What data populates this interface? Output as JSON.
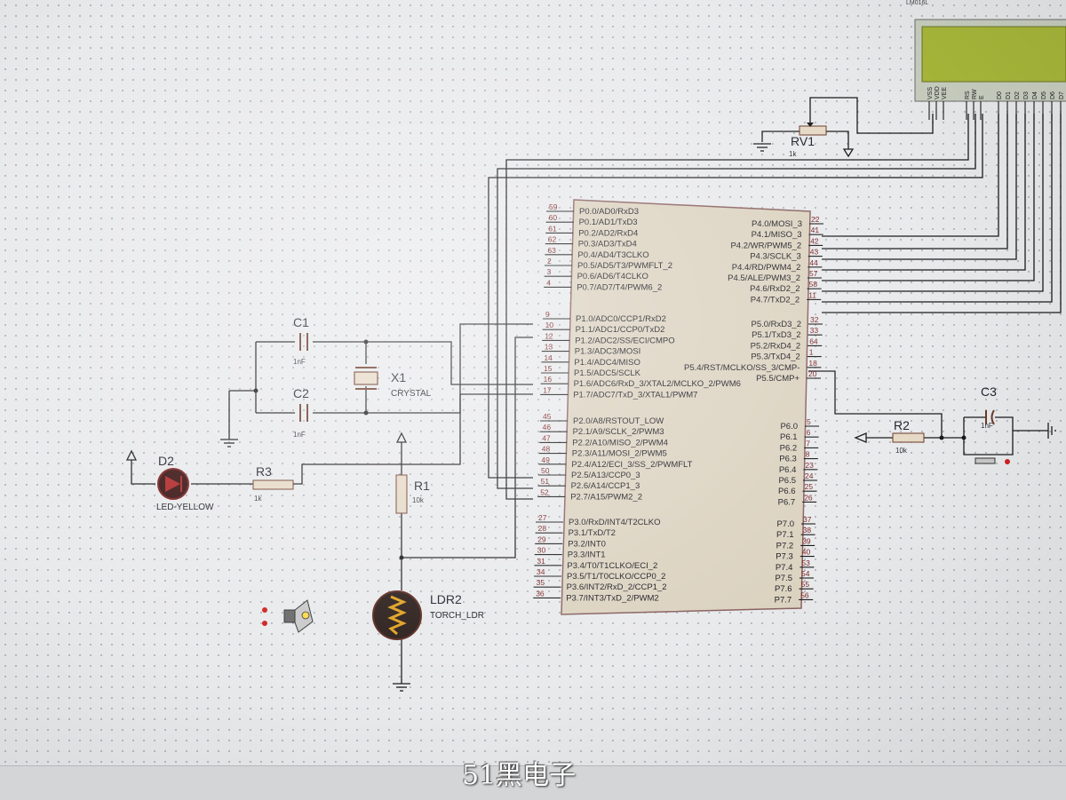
{
  "watermark": "51黑电子",
  "lcd": {
    "title": "LM016L",
    "pins": [
      "VSS",
      "VDD",
      "VEE",
      "RS",
      "RW",
      "E",
      "D0",
      "D1",
      "D2",
      "D3",
      "D4",
      "D5",
      "D6",
      "D7"
    ]
  },
  "rv1": {
    "name": "RV1",
    "value": "1k"
  },
  "c1": {
    "name": "C1",
    "value": "1nF"
  },
  "c2": {
    "name": "C2",
    "value": "1nF"
  },
  "c3": {
    "name": "C3",
    "value": "1nF"
  },
  "x1": {
    "name": "X1",
    "value": "CRYSTAL"
  },
  "d2": {
    "name": "D2",
    "value": "LED-YELLOW"
  },
  "r1": {
    "name": "R1",
    "value": "10k"
  },
  "r2": {
    "name": "R2",
    "value": "10k"
  },
  "r3": {
    "name": "R3",
    "value": "1k"
  },
  "ldr2": {
    "name": "LDR2",
    "value": "TORCH_LDR"
  },
  "mcu": {
    "left_pins": [
      {
        "num": "59",
        "name": "P0.0/AD0/RxD3"
      },
      {
        "num": "60",
        "name": "P0.1/AD1/TxD3"
      },
      {
        "num": "61",
        "name": "P0.2/AD2/RxD4"
      },
      {
        "num": "62",
        "name": "P0.3/AD3/TxD4"
      },
      {
        "num": "63",
        "name": "P0.4/AD4/T3CLKO"
      },
      {
        "num": "2",
        "name": "P0.5/AD5/T3/PWMFLT_2"
      },
      {
        "num": "3",
        "name": "P0.6/AD6/T4CLKO"
      },
      {
        "num": "4",
        "name": "P0.7/AD7/T4/PWM6_2"
      },
      {
        "num": "9",
        "name": "P1.0/ADC0/CCP1/RxD2"
      },
      {
        "num": "10",
        "name": "P1.1/ADC1/CCP0/TxD2"
      },
      {
        "num": "12",
        "name": "P1.2/ADC2/SS/ECI/CMPO"
      },
      {
        "num": "13",
        "name": "P1.3/ADC3/MOSI"
      },
      {
        "num": "14",
        "name": "P1.4/ADC4/MISO"
      },
      {
        "num": "15",
        "name": "P1.5/ADC5/SCLK"
      },
      {
        "num": "16",
        "name": "P1.6/ADC6/RxD_3/XTAL2/MCLKO_2/PWM6"
      },
      {
        "num": "17",
        "name": "P1.7/ADC7/TxD_3/XTAL1/PWM7"
      },
      {
        "num": "45",
        "name": "P2.0/A8/RSTOUT_LOW"
      },
      {
        "num": "46",
        "name": "P2.1/A9/SCLK_2/PWM3"
      },
      {
        "num": "47",
        "name": "P2.2/A10/MISO_2/PWM4"
      },
      {
        "num": "48",
        "name": "P2.3/A11/MOSI_2/PWM5"
      },
      {
        "num": "49",
        "name": "P2.4/A12/ECI_3/SS_2/PWMFLT"
      },
      {
        "num": "50",
        "name": "P2.5/A13/CCP0_3"
      },
      {
        "num": "51",
        "name": "P2.6/A14/CCP1_3"
      },
      {
        "num": "52",
        "name": "P2.7/A15/PWM2_2"
      },
      {
        "num": "27",
        "name": "P3.0/RxD/INT4/T2CLKO"
      },
      {
        "num": "28",
        "name": "P3.1/TxD/T2"
      },
      {
        "num": "29",
        "name": "P3.2/INT0"
      },
      {
        "num": "30",
        "name": "P3.3/INT1"
      },
      {
        "num": "31",
        "name": "P3.4/T0/T1CLKO/ECI_2"
      },
      {
        "num": "34",
        "name": "P3.5/T1/T0CLKO/CCP0_2"
      },
      {
        "num": "35",
        "name": "P3.6/INT2/RxD_2/CCP1_2"
      },
      {
        "num": "36",
        "name": "P3.7/INT3/TxD_2/PWM2"
      }
    ],
    "right_pins": [
      {
        "num": "22",
        "name": "P4.0/MOSI_3"
      },
      {
        "num": "41",
        "name": "P4.1/MISO_3"
      },
      {
        "num": "42",
        "name": "P4.2/WR/PWM5_2"
      },
      {
        "num": "43",
        "name": "P4.3/SCLK_3"
      },
      {
        "num": "44",
        "name": "P4.4/RD/PWM4_2"
      },
      {
        "num": "57",
        "name": "P4.5/ALE/PWM3_2"
      },
      {
        "num": "58",
        "name": "P4.6/RxD2_2"
      },
      {
        "num": "11",
        "name": "P4.7/TxD2_2"
      },
      {
        "num": "32",
        "name": "P5.0/RxD3_2"
      },
      {
        "num": "33",
        "name": "P5.1/TxD3_2"
      },
      {
        "num": "64",
        "name": "P5.2/RxD4_2"
      },
      {
        "num": "1",
        "name": "P5.3/TxD4_2"
      },
      {
        "num": "18",
        "name": "P5.4/RST/MCLKO/SS_3/CMP-"
      },
      {
        "num": "20",
        "name": "P5.5/CMP+"
      },
      {
        "num": "5",
        "name": "P6.0"
      },
      {
        "num": "6",
        "name": "P6.1"
      },
      {
        "num": "7",
        "name": "P6.2"
      },
      {
        "num": "8",
        "name": "P6.3"
      },
      {
        "num": "23",
        "name": "P6.4"
      },
      {
        "num": "24",
        "name": "P6.5"
      },
      {
        "num": "25",
        "name": "P6.6"
      },
      {
        "num": "26",
        "name": "P6.7"
      },
      {
        "num": "37",
        "name": "P7.0"
      },
      {
        "num": "38",
        "name": "P7.1"
      },
      {
        "num": "39",
        "name": "P7.2"
      },
      {
        "num": "40",
        "name": "P7.3"
      },
      {
        "num": "53",
        "name": "P7.4"
      },
      {
        "num": "54",
        "name": "P7.5"
      },
      {
        "num": "55",
        "name": "P7.6"
      },
      {
        "num": "56",
        "name": "P7.7"
      }
    ]
  }
}
